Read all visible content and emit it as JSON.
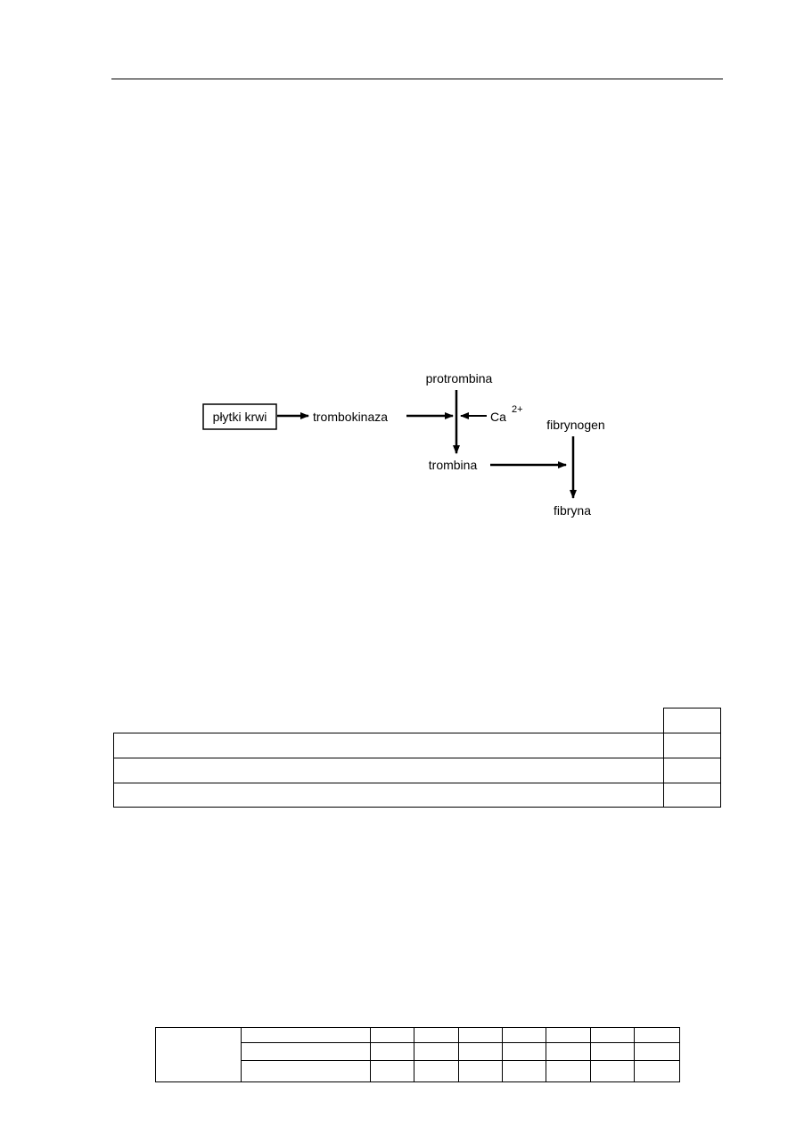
{
  "diagram": {
    "nodes": {
      "platelets": "płytki krwi",
      "thrombokinase": "trombokinaza",
      "prothrombin": "protrombina",
      "calcium": "Ca",
      "calcium_charge": "2+",
      "thrombin": "trombina",
      "fibrinogen": "fibrynogen",
      "fibrin": "fibryna"
    }
  },
  "answer_table": {
    "rows": [
      {
        "statement": "",
        "answer": ""
      },
      {
        "statement": "",
        "answer": ""
      },
      {
        "statement": "",
        "answer": ""
      }
    ]
  },
  "bottom_table": {
    "cells": []
  }
}
